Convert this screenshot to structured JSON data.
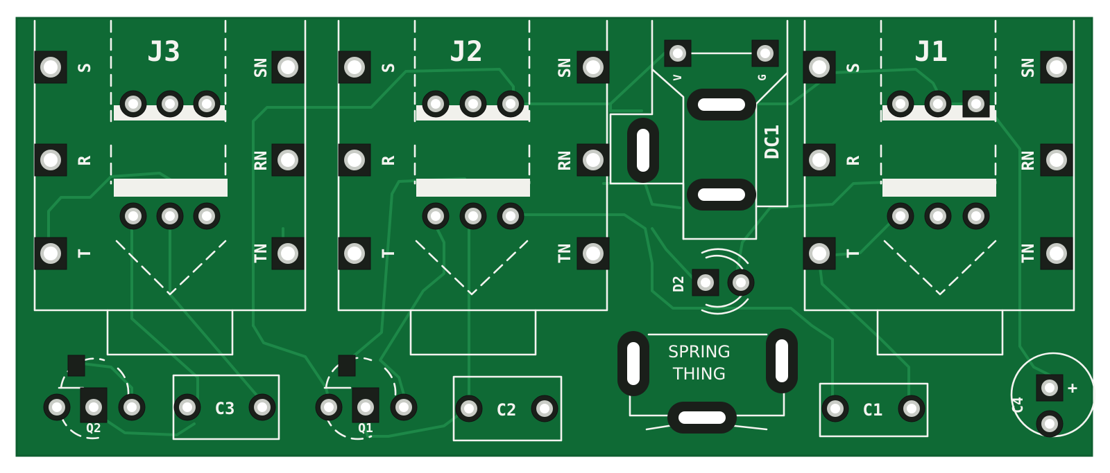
{
  "colors": {
    "board": "#0f6a35",
    "board_edge": "#0d5e2f",
    "trace": "#1f8a4a",
    "silkscreen": "#f4f4f0",
    "pad": "#1a1f1a",
    "background": "#ffffff"
  },
  "jacks": [
    {
      "ref": "J3",
      "tip": "T",
      "ring": "R",
      "sleeve": "S",
      "tn": "TN",
      "rn": "RN",
      "sn": "SN"
    },
    {
      "ref": "J2",
      "tip": "T",
      "ring": "R",
      "sleeve": "S",
      "tn": "TN",
      "rn": "RN",
      "sn": "SN"
    },
    {
      "ref": "J1",
      "tip": "T",
      "ring": "R",
      "sleeve": "S",
      "tn": "TN",
      "rn": "RN",
      "sn": "SN"
    }
  ],
  "dc_jack": {
    "ref": "DC1",
    "pin_v": "V",
    "pin_g": "G"
  },
  "components": {
    "d2": "D2",
    "q1": "Q1",
    "q2": "Q2",
    "c1": "C1",
    "c2": "C2",
    "c3": "C3",
    "c4": "C4",
    "c4_polarity": "+"
  },
  "board_title": {
    "line1": "SPRING",
    "line2": "THING"
  }
}
